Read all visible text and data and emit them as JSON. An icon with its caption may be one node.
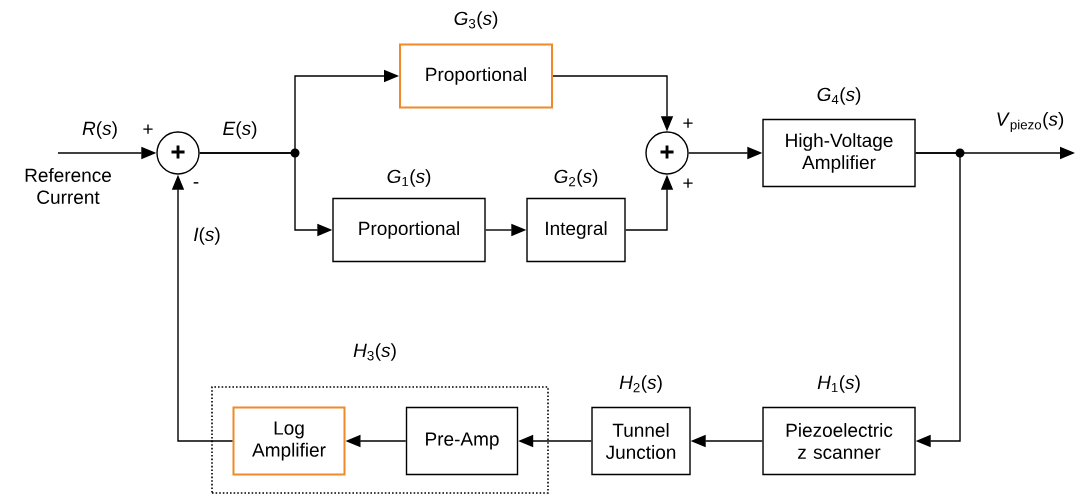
{
  "diagram": {
    "nodes": [
      {
        "text": [
          "+"
        ],
        "beside": [
          "+",
          "-"
        ]
      },
      {
        "text": [
          "Proportional"
        ],
        "beside": [
          "*G*$_{3}$(*s*)"
        ]
      },
      {
        "text": [
          "Proportional"
        ],
        "beside": [
          "*G*$_{1}$(*s*)"
        ]
      },
      {
        "text": [
          "Integral"
        ],
        "beside": [
          "*G*$_{2}$(*s*)"
        ]
      },
      {
        "text": [
          "+"
        ],
        "beside": [
          "+",
          "+"
        ]
      },
      {
        "text": [
          "High-Voltage Amplifier"
        ],
        "beside": [
          "*G*$_{4}$(*s*)"
        ]
      },
      {
        "text": [
          "Piezoelectric z scanner"
        ],
        "beside": [
          "*H*$_{1}$(*s*)"
        ]
      },
      {
        "text": [
          "Tunnel Junction"
        ],
        "beside": [
          "*H*$_{2}$(*s*)"
        ]
      },
      {
        "text": [
          "*H*$_{3}$(*s*)"
        ]
      },
      {
        "text": [
          "Pre-Amp"
        ],
        "in": 8
      },
      {
        "text": [
          "Log Amplifier"
        ],
        "in": 8
      }
    ],
    "edges": [
      {
        "from": null,
        "to": 0,
        "arrow": "to",
        "label": "*R*(*s*)"
      },
      {
        "from": 0,
        "to": 1,
        "arrow": "to",
        "label": "*E*(*s*)"
      },
      {
        "from": 0,
        "to": 2,
        "arrow": "to"
      },
      {
        "from": 2,
        "to": 3,
        "arrow": "to"
      },
      {
        "from": 1,
        "to": 4,
        "arrow": "to"
      },
      {
        "from": 3,
        "to": 4,
        "arrow": "to"
      },
      {
        "from": 4,
        "to": 5,
        "arrow": "to"
      },
      {
        "from": 5,
        "to": null,
        "arrow": "to",
        "label": "*V*$_{piezo}$(*s*)"
      },
      {
        "from": 5,
        "to": 6,
        "arrow": "to"
      },
      {
        "from": 6,
        "to": 7,
        "arrow": "to"
      },
      {
        "from": 7,
        "to": 9,
        "arrow": "to"
      },
      {
        "from": 9,
        "to": 10,
        "arrow": "to"
      },
      {
        "from": 10,
        "to": 0,
        "arrow": "to",
        "label": "*I*(*s*)"
      }
    ],
    "labels": [
      "Reference Current"
    ]
  }
}
